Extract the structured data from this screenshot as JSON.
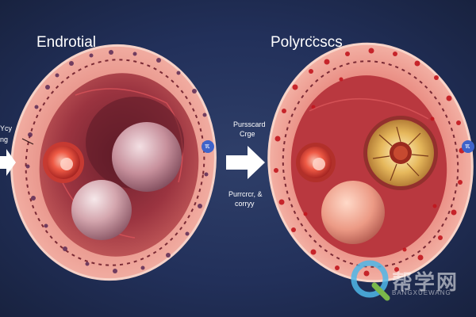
{
  "labels": {
    "left_title": "Endrotial",
    "right_title": "Polyrс̈csсs",
    "left_side_line1": "Ycy",
    "left_side_line2": "ng",
    "middle_top_line1": "Pursscard",
    "middle_top_line2": "Crge",
    "middle_bottom_line1": "Purrcrcr, &",
    "middle_bottom_line2": "corryy"
  },
  "watermark": {
    "text": "帮学网",
    "subtext": "BANGXUEWANG"
  },
  "icons": {
    "left_badge": "ℼ",
    "right_badge": "ℼ"
  },
  "colors": {
    "background": "#22305a",
    "tissue_outer": "#e88f86",
    "tissue_inner": "#b8454a",
    "cyst": "#c9949e",
    "follicle_red": "#e2483a",
    "gold_follicle": "#d8a24a",
    "arrow": "#ffffff",
    "badge": "#3f63c9"
  }
}
